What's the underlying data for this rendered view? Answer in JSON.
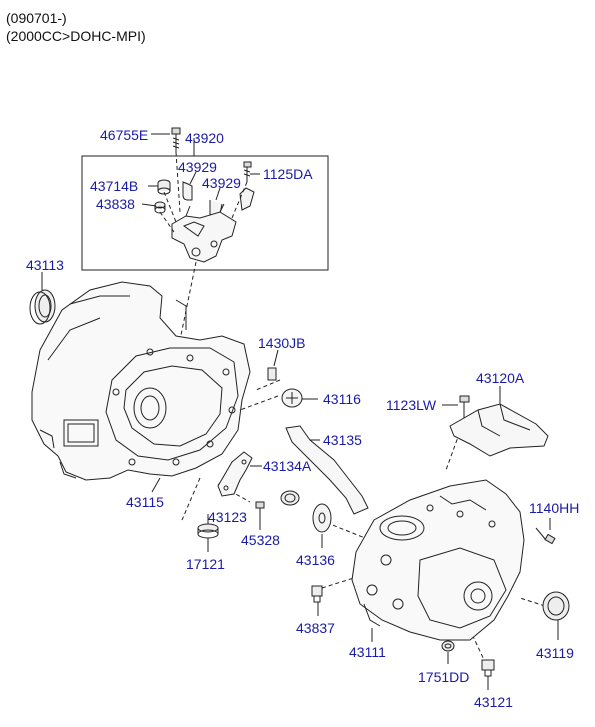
{
  "header": {
    "date_range": "(090701-)",
    "engine_spec": "(2000CC>DOHC-MPI)"
  },
  "colors": {
    "part_number_link": "#1a1aa8",
    "line_art": "#222222",
    "background": "#ffffff"
  },
  "parts": {
    "p46755E": "46755E",
    "p43920": "43920",
    "p43929a": "43929",
    "p43929b": "43929",
    "p1125DA": "1125DA",
    "p43714B": "43714B",
    "p43838": "43838",
    "p43113": "43113",
    "p1430JB": "1430JB",
    "p43116": "43116",
    "p43120A": "43120A",
    "p1123LW": "1123LW",
    "p43135": "43135",
    "p43134A": "43134A",
    "p43115": "43115",
    "p43123": "43123",
    "p45328": "45328",
    "p17121": "17121",
    "p43136": "43136",
    "p1140HH": "1140HH",
    "p43837": "43837",
    "p43111": "43111",
    "p43119": "43119",
    "p1751DD": "1751DD",
    "p43121": "43121"
  }
}
